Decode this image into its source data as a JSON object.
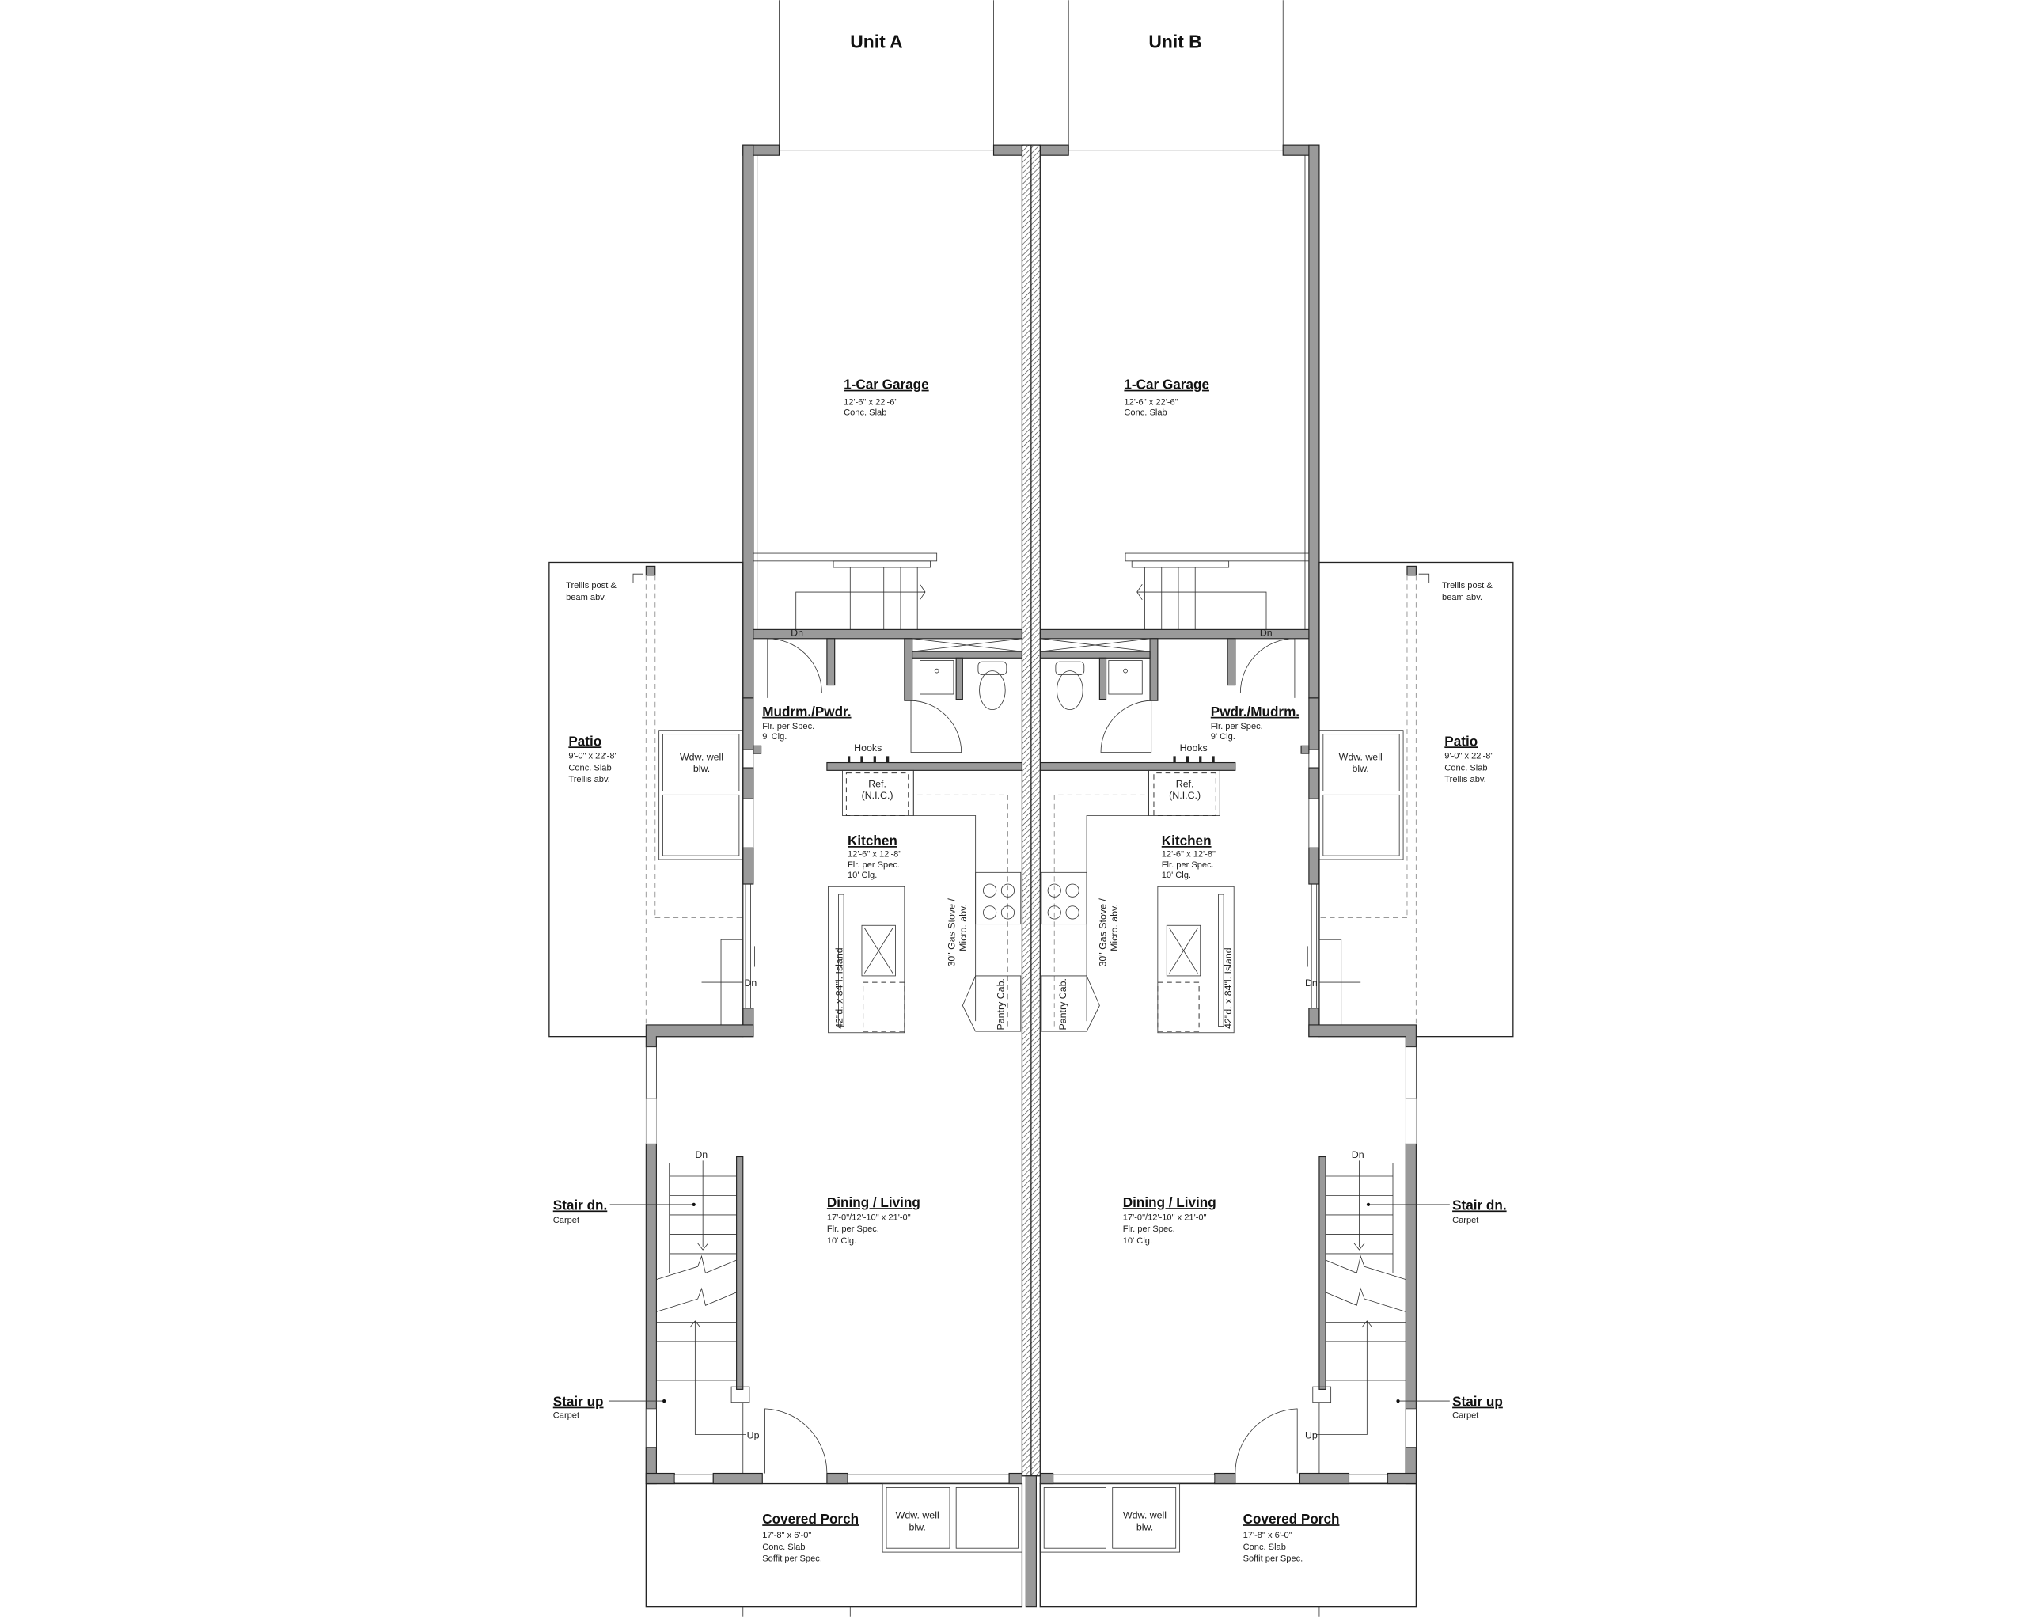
{
  "drawing": {
    "type": "floor plan",
    "wall_color": "#9a9a9a",
    "line_color": "#222222"
  },
  "unit_a": {
    "header": "Unit A",
    "garage": {
      "title": "1-Car Garage",
      "size": "12'-6\" x 22'-6\"",
      "finish": "Conc. Slab"
    },
    "mudroom": {
      "title": "Mudrm./Pwdr.",
      "floor": "Flr. per Spec.",
      "ceiling": "9' Clg."
    },
    "hooks": "Hooks",
    "ref": {
      "line1": "Ref.",
      "line2": "(N.I.C.)"
    },
    "kitchen": {
      "title": "Kitchen",
      "size": "12'-6\" x 12'-8\"",
      "floor": "Flr. per Spec.",
      "ceiling": "10' Clg."
    },
    "stove": {
      "line1": "30\" Gas Stove /",
      "line2": "Micro. abv."
    },
    "island": "42\"d. x 84\"l. Island",
    "pantry": "Pantry Cab.",
    "patio": {
      "title": "Patio",
      "size": "9'-0\" x 22'-8\"",
      "finish": "Conc. Slab",
      "note": "Trellis abv."
    },
    "trellis": {
      "line1": "Trellis post &",
      "line2": "beam abv."
    },
    "window_well": {
      "line1": "Wdw. well",
      "line2": "blw."
    },
    "dining": {
      "title": "Dining / Living",
      "size": "17'-0\"/12'-10\" x 21'-0\"",
      "floor": "Flr. per Spec.",
      "ceiling": "10' Clg."
    },
    "stair_dn": {
      "title": "Stair dn.",
      "finish": "Carpet"
    },
    "stair_up": {
      "title": "Stair up",
      "finish": "Carpet"
    },
    "porch": {
      "title": "Covered Porch",
      "size": "17'-8\" x 6'-0\"",
      "finish": "Conc. Slab",
      "note": "Soffit per Spec."
    },
    "porch_window_well": {
      "line1": "Wdw. well",
      "line2": "blw."
    },
    "labels": {
      "dn_garage": "Dn",
      "dn_patio": "Dn",
      "dn_stair": "Dn",
      "up_stair": "Up"
    }
  },
  "unit_b": {
    "header": "Unit B",
    "garage": {
      "title": "1-Car Garage",
      "size": "12'-6\" x 22'-6\"",
      "finish": "Conc. Slab"
    },
    "mudroom": {
      "title": "Pwdr./Mudrm.",
      "floor": "Flr. per Spec.",
      "ceiling": "9' Clg."
    },
    "hooks": "Hooks",
    "ref": {
      "line1": "Ref.",
      "line2": "(N.I.C.)"
    },
    "kitchen": {
      "title": "Kitchen",
      "size": "12'-6\" x 12'-8\"",
      "floor": "Flr. per Spec.",
      "ceiling": "10' Clg."
    },
    "stove": {
      "line1": "30\" Gas Stove /",
      "line2": "Micro. abv."
    },
    "island": "42\"d. x 84\"l. Island",
    "pantry": "Pantry Cab.",
    "patio": {
      "title": "Patio",
      "size": "9'-0\" x 22'-8\"",
      "finish": "Conc. Slab",
      "note": "Trellis abv."
    },
    "trellis": {
      "line1": "Trellis post &",
      "line2": "beam abv."
    },
    "window_well": {
      "line1": "Wdw. well",
      "line2": "blw."
    },
    "dining": {
      "title": "Dining / Living",
      "size": "17'-0\"/12'-10\" x 21'-0\"",
      "floor": "Flr. per Spec.",
      "ceiling": "10' Clg."
    },
    "stair_dn": {
      "title": "Stair dn.",
      "finish": "Carpet"
    },
    "stair_up": {
      "title": "Stair up",
      "finish": "Carpet"
    },
    "porch": {
      "title": "Covered Porch",
      "size": "17'-8\" x 6'-0\"",
      "finish": "Conc. Slab",
      "note": "Soffit per Spec."
    },
    "porch_window_well": {
      "line1": "Wdw. well",
      "line2": "blw."
    },
    "labels": {
      "dn_garage": "Dn",
      "dn_patio": "Dn",
      "dn_stair": "Dn",
      "up_stair": "Up"
    }
  }
}
